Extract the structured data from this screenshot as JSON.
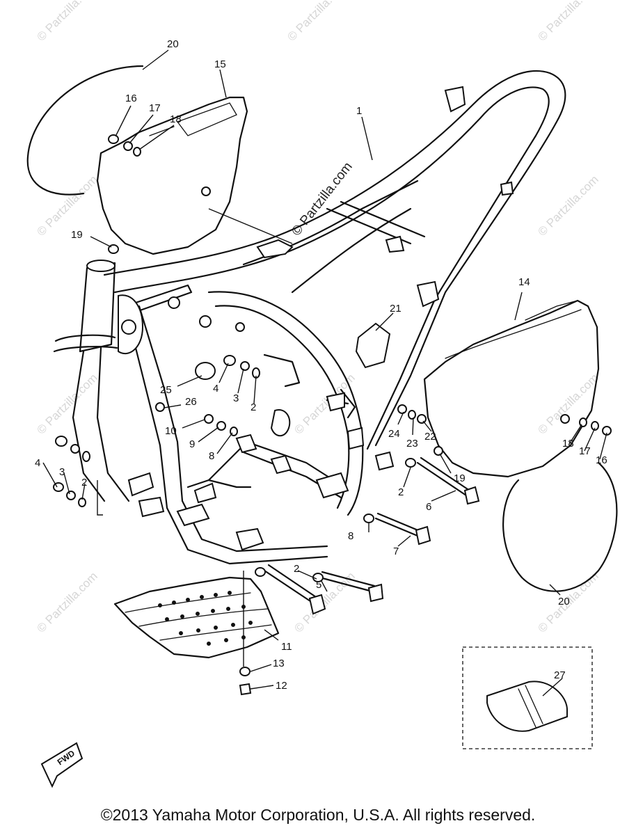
{
  "callouts": [
    "1",
    "2",
    "3",
    "4",
    "5",
    "6",
    "7",
    "8",
    "9",
    "10",
    "11",
    "12",
    "13",
    "14",
    "15",
    "16",
    "17",
    "18",
    "19",
    "20",
    "21",
    "22",
    "23",
    "24",
    "25",
    "26",
    "27"
  ],
  "watermark_small": "© Partzilla.com",
  "watermark_center": "© Partzilla.com",
  "fwd_label": "FWD",
  "copyright": "©2013 Yamaha Motor Corporation, U.S.A. All rights reserved."
}
